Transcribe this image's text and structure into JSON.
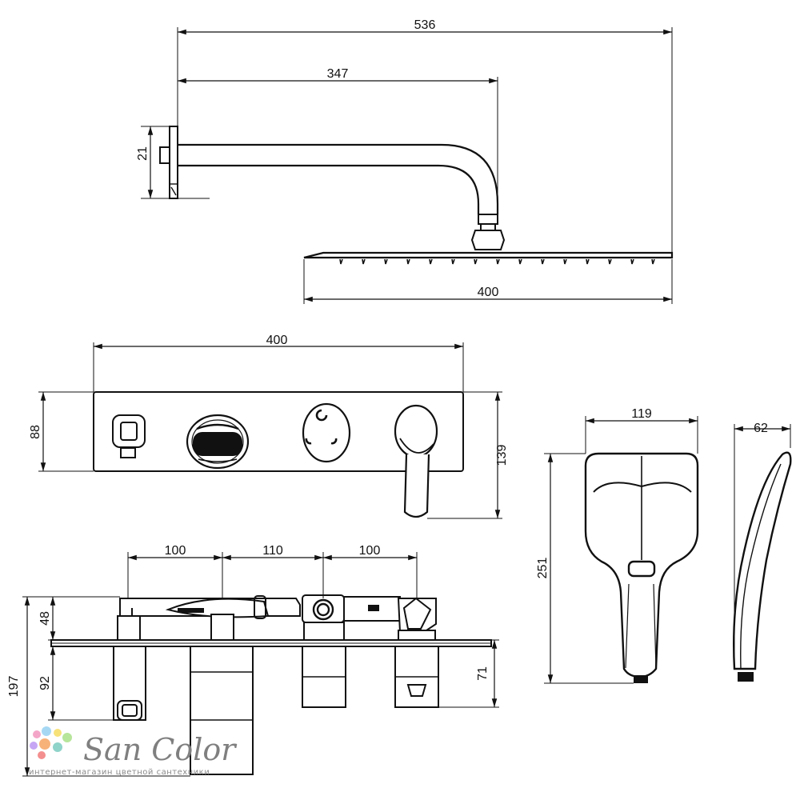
{
  "dimensions": {
    "shower_arm_total": "536",
    "shower_arm_length": "347",
    "flange_height": "21",
    "head_width": "400",
    "panel_width": "400",
    "panel_height": "88",
    "handle_projection": "139",
    "spacing_1": "100",
    "spacing_2": "110",
    "spacing_3": "100",
    "top_depth": "48",
    "body_depth": "92",
    "total_depth": "197",
    "valve_depth": "71",
    "hand_width": "119",
    "hand_length": "251",
    "hand_thickness": "62"
  },
  "logo": {
    "name": "San Color",
    "tagline": "интернет-магазин цветной сантехники",
    "colors": [
      "#f4a6c8",
      "#a6d8f4",
      "#f7e27a",
      "#b7e59a",
      "#c6a6f4",
      "#f7b27a",
      "#8fd3c9",
      "#f48f8f"
    ]
  }
}
